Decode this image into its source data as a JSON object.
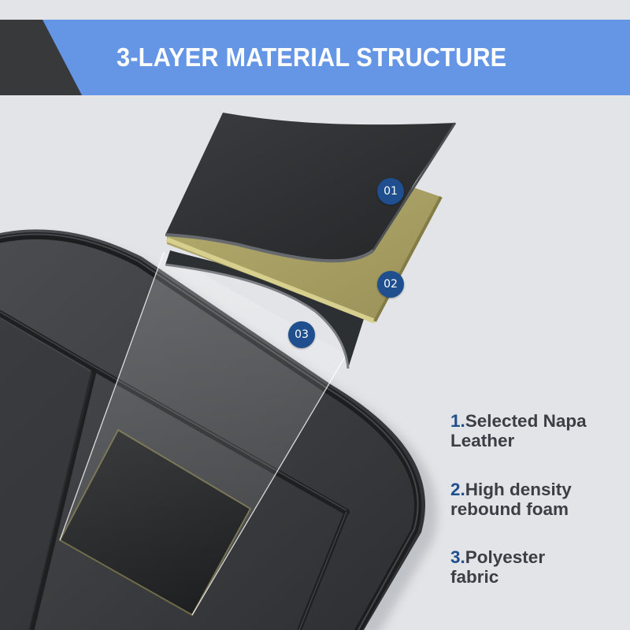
{
  "header": {
    "title": "3-LAYER MATERIAL STRUCTURE",
    "banner_color": "#6596e6",
    "banner_dark_color": "#38393b"
  },
  "badges": [
    {
      "label": "01",
      "layer": "leather"
    },
    {
      "label": "02",
      "layer": "foam"
    },
    {
      "label": "03",
      "layer": "fabric"
    }
  ],
  "features": [
    {
      "number": "1.",
      "line1": "Selected Napa",
      "line2": "Leather"
    },
    {
      "number": "2.",
      "line1": "High density",
      "line2": "rebound foam"
    },
    {
      "number": "3.",
      "line1": "Polyester",
      "line2": "fabric"
    }
  ],
  "colors": {
    "background": "#e2e4e7",
    "accent_blue": "#1f4f8e",
    "text_dark": "#3b3e44",
    "leather": "#2e3033",
    "foam": "#a9a064",
    "fabric": "#303437",
    "seat": "#3a3c3f"
  }
}
